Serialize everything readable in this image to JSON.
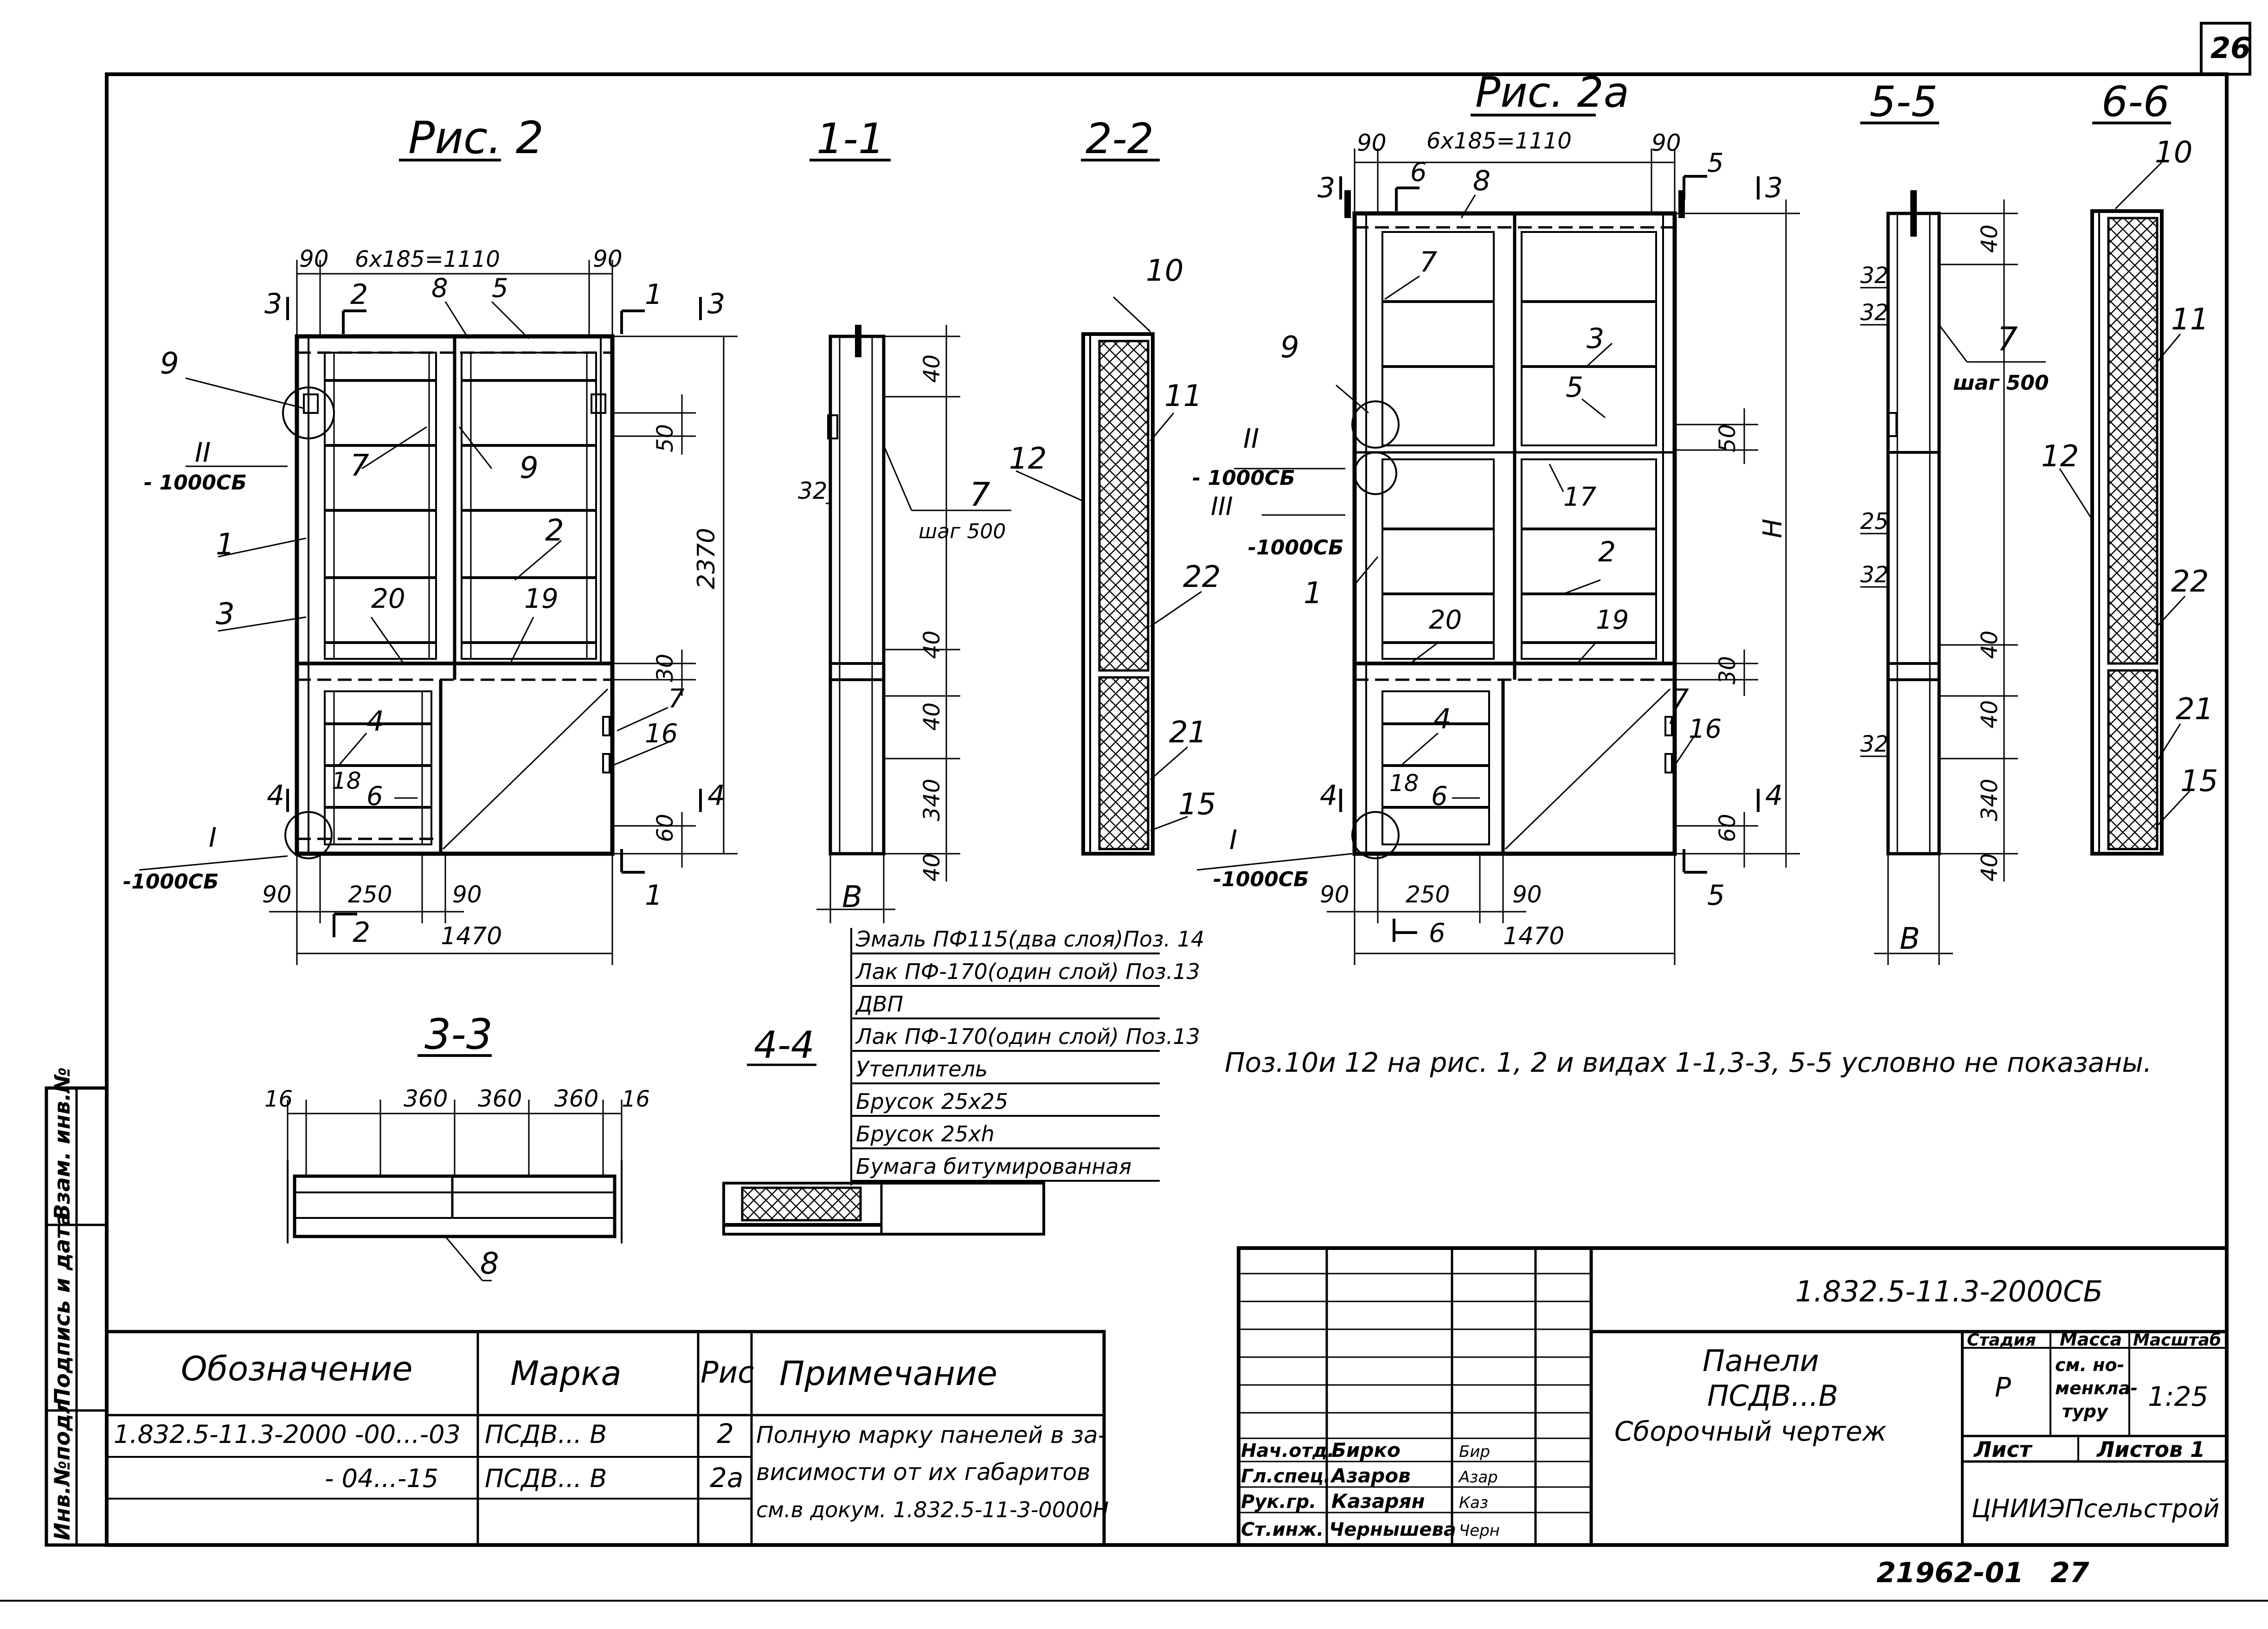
{
  "sheet": {
    "number": "26",
    "footer_code": "21962-01",
    "footer_page": "27",
    "note": "Поз.10и 12 на рис. 1, 2 и видах 1-1,3-3, 5-5 условно не показаны."
  },
  "fig2": {
    "title": "Рис. 2",
    "dims": {
      "left90": "90",
      "span": "6x185=1110",
      "right90": "90",
      "height": "2370",
      "d50": "50",
      "d30": "30",
      "d60": "60",
      "bot90a": "90",
      "bot250": "250",
      "bot90b": "90",
      "width": "1470"
    },
    "sections": {
      "s1": "1",
      "s2": "2",
      "s3": "3",
      "s4": "4"
    },
    "positions": [
      "9",
      "8",
      "5",
      "7",
      "9",
      "1",
      "2",
      "3",
      "20",
      "19",
      "4",
      "18",
      "6",
      "7",
      "16"
    ],
    "node_II": "II",
    "node_II_ref": "- 1000СБ",
    "node_I": "I",
    "node_I_ref": "-1000СБ"
  },
  "sec11": {
    "title": "1-1",
    "d40a": "40",
    "d32": "32",
    "pos7": "7",
    "step": "шаг 500",
    "d40b": "40",
    "d40c": "40",
    "d340": "340",
    "d40d": "40",
    "b": "B"
  },
  "sec22": {
    "title": "2-2",
    "p10": "10",
    "p11": "11",
    "p12": "12",
    "p22": "22",
    "p21": "21",
    "p15": "15"
  },
  "fig2a": {
    "title": "Рис. 2а",
    "dims": {
      "left90": "90",
      "span": "6x185=1110",
      "right90": "90",
      "height": "Н",
      "d50": "50",
      "d30": "30",
      "d60": "60",
      "bot90a": "90",
      "bot250": "250",
      "bot90b": "90",
      "width": "1470"
    },
    "sections": {
      "s3": "3",
      "s4": "4",
      "s5": "5",
      "s6": "6"
    },
    "positions": [
      "8",
      "7",
      "3",
      "5",
      "17",
      "2",
      "19",
      "20",
      "4",
      "18",
      "6",
      "1",
      "7",
      "16"
    ],
    "node_II": "II",
    "node_II_ref": "- 1000СБ",
    "node_III": "III",
    "node_III_ref": "-1000СБ",
    "node_I": "I",
    "node_I_ref": "-1000СБ",
    "p9": "9"
  },
  "sec55": {
    "title": "5-5",
    "d40a": "40",
    "d32a": "32",
    "d32b": "32",
    "pos7": "7",
    "step": "шаг 500",
    "d25": "25",
    "d32c": "32",
    "d32d": "32",
    "d40b": "40",
    "d40c": "40",
    "d340": "340",
    "d40d": "40",
    "b": "B"
  },
  "sec66": {
    "title": "6-6",
    "p10": "10",
    "p11": "11",
    "p12": "12",
    "p22": "22",
    "p21": "21",
    "p15": "15"
  },
  "sec33": {
    "title": "3-3",
    "d16a": "16",
    "d360a": "360",
    "d360b": "360",
    "d360c": "360",
    "d16b": "16",
    "pos8": "8"
  },
  "sec44": {
    "title": "4-4",
    "layers": [
      "Эмаль ПФ115(два слоя)Поз. 14",
      "Лак ПФ-170(один слой) Поз.13",
      "ДВП",
      "Лак ПФ-170(один слой) Поз.13",
      "Утеплитель",
      "Брусок 25х25",
      "Брусок 25хh",
      "Бумага битумированная"
    ]
  },
  "spec_table": {
    "headers": [
      "Обозначение",
      "Марка",
      "Рис",
      "Примечание"
    ],
    "rows": [
      {
        "designation": "1.832.5-11.3-2000 -00...-03",
        "mark": "ПСДВ... В",
        "fig": "2"
      },
      {
        "designation": "- 04...-15",
        "mark": "ПСДВ... В",
        "fig": "2а"
      }
    ],
    "note_lines": [
      "Полную марку панелей в за-",
      "висимости от их габаритов",
      "см.в докум. 1.832.5-11-3-0000Н"
    ]
  },
  "side_stamp": [
    "Инв.№подл",
    "Подпись и дата",
    "Взам. инв.№"
  ],
  "title_block": {
    "code": "1.832.5-11.3-2000СБ",
    "name_lines": [
      "Панели",
      "ПСДВ...В",
      "Сборочный чертеж"
    ],
    "stage_label": "Стадия",
    "mass_label": "Масса",
    "scale_label": "Масштаб",
    "stage": "Р",
    "mass_lines": [
      "см. но-",
      "менкла-",
      "туру"
    ],
    "scale": "1:25",
    "sheet_label": "Лист",
    "sheets_label": "Листов 1",
    "org": "ЦНИИЭПсельстрой",
    "roles": [
      {
        "role": "Нач.отд.",
        "name": "Бирко",
        "sign": "Бир"
      },
      {
        "role": "Гл.спец.",
        "name": "Азаров",
        "sign": "Азар"
      },
      {
        "role": "Рук.гр.",
        "name": "Казарян",
        "sign": "Каз"
      },
      {
        "role": "Ст.инж.",
        "name": "Чернышева",
        "sign": "Черн"
      }
    ]
  }
}
